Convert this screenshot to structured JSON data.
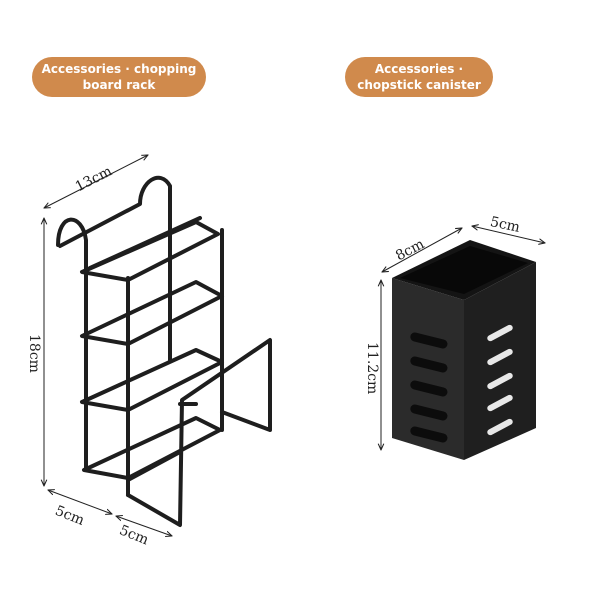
{
  "labels": {
    "left": {
      "line1": "Accessories · chopping",
      "line2": "board rack"
    },
    "right": {
      "line1": "Accessories ·",
      "line2": "chopstick canister"
    }
  },
  "dimensions": {
    "rack": {
      "width": "13cm",
      "height": "18cm",
      "depth_front": "5cm",
      "depth_back": "5cm"
    },
    "canister": {
      "length": "8cm",
      "width": "5cm",
      "height": "11.2cm"
    }
  },
  "colors": {
    "pill": "#d08a4c",
    "product": "#1e1e1e",
    "background": "#ffffff"
  }
}
